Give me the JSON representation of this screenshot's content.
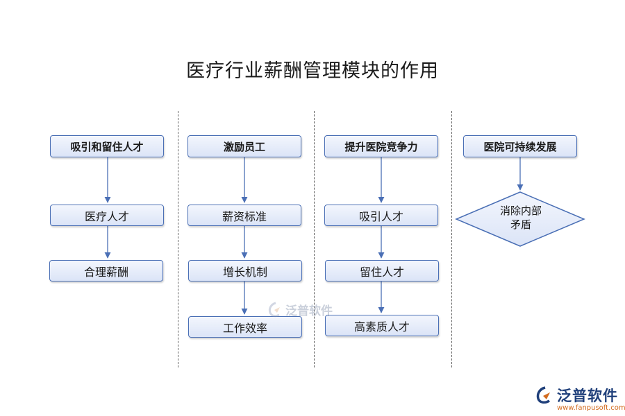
{
  "title": "医疗行业薪酬管理模块的作用",
  "columns": [
    {
      "header": "吸引和留住人才",
      "items": [
        "医疗人才",
        "合理薪酬"
      ]
    },
    {
      "header": "激励员工",
      "items": [
        "薪资标准",
        "增长机制",
        "工作效率"
      ]
    },
    {
      "header": "提升医院竞争力",
      "items": [
        "吸引人才",
        "留住人才",
        "高素质人才"
      ]
    },
    {
      "header": "医院可持续发展",
      "diamond": {
        "line1": "消除内部",
        "line2": "矛盾"
      }
    }
  ],
  "watermark": "泛普软件",
  "logo": {
    "text": "泛普软件",
    "url": "www.fanpusoft.com"
  },
  "colors": {
    "border": "#4a6fb5",
    "fill": "#dbe4f7",
    "arrow": "#4a6fb5",
    "logo_blue": "#1f3f7a",
    "logo_orange": "#d36b1e"
  }
}
